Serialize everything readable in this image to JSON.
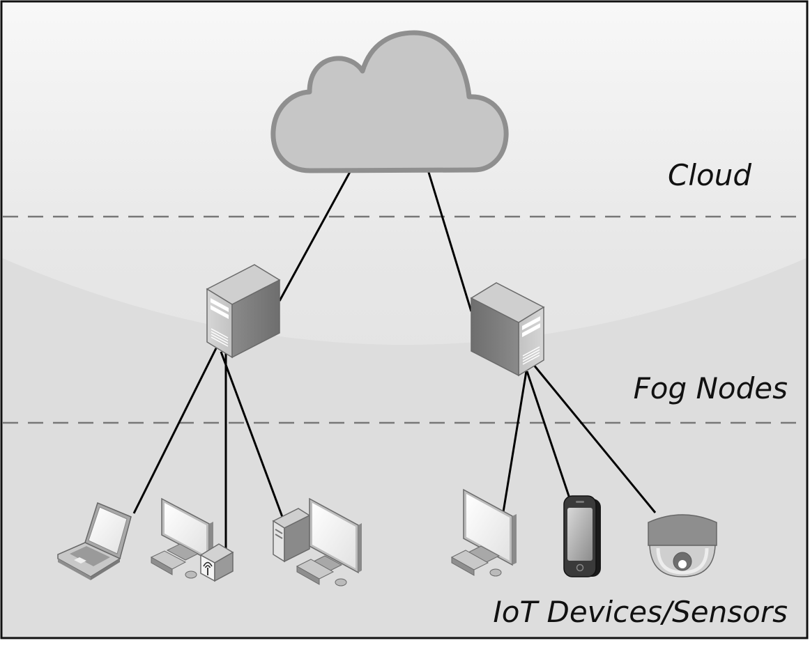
{
  "diagram": {
    "title": "",
    "tiers": {
      "cloud": "Cloud",
      "fog": "Fog Nodes",
      "iot": "IoT Devices/Sensors"
    },
    "nodes": [
      {
        "id": "cloud",
        "icon": "cloud-icon"
      },
      {
        "id": "fog-server-left",
        "icon": "server-tower-icon"
      },
      {
        "id": "fog-server-right",
        "icon": "server-tower-icon"
      },
      {
        "id": "laptop",
        "icon": "laptop-icon"
      },
      {
        "id": "desktop-monitor-1",
        "icon": "desktop-monitor-icon"
      },
      {
        "id": "wireless-sensor",
        "icon": "wireless-sensor-icon"
      },
      {
        "id": "workstation",
        "icon": "workstation-icon"
      },
      {
        "id": "desktop-monitor-2",
        "icon": "desktop-monitor-icon"
      },
      {
        "id": "smartphone",
        "icon": "smartphone-icon"
      },
      {
        "id": "dome-camera",
        "icon": "dome-camera-icon"
      }
    ],
    "edges": [
      [
        "cloud",
        "fog-server-left"
      ],
      [
        "cloud",
        "fog-server-right"
      ],
      [
        "fog-server-left",
        "laptop"
      ],
      [
        "fog-server-left",
        "wireless-sensor"
      ],
      [
        "fog-server-left",
        "workstation"
      ],
      [
        "fog-server-right",
        "desktop-monitor-2"
      ],
      [
        "fog-server-right",
        "smartphone"
      ],
      [
        "fog-server-right",
        "dome-camera"
      ]
    ],
    "colors": {
      "background_top": "#f7f7f7",
      "background_bottom": "#dcdcdc",
      "cloud_fill": "#c6c6c6",
      "cloud_stroke": "#8f8f8f",
      "divider": "#777777",
      "link": "#000000"
    }
  }
}
